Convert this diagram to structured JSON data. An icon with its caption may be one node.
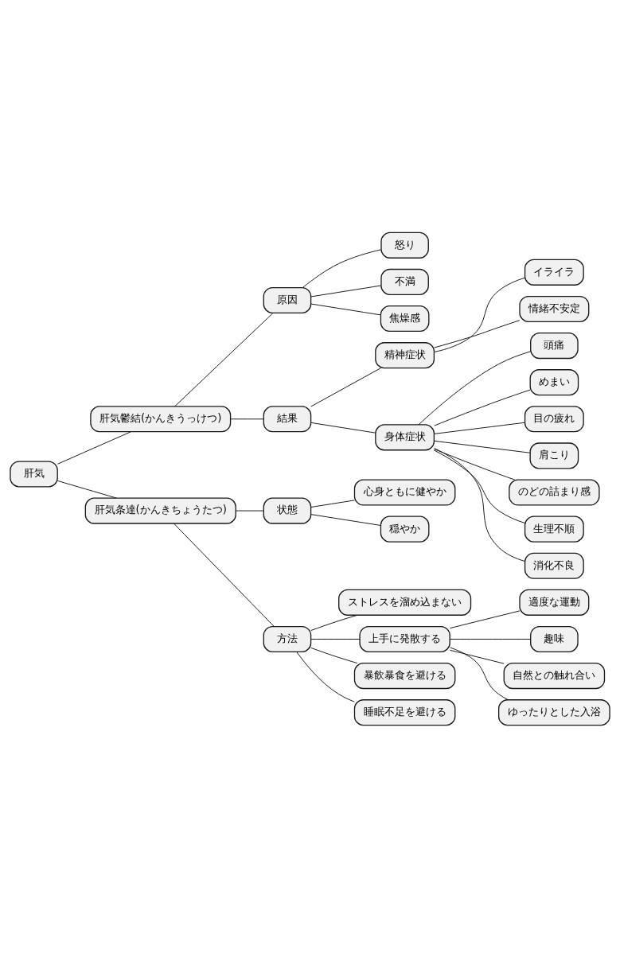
{
  "diagram": {
    "nodes": [
      {
        "text": [
          "肝気"
        ]
      },
      {
        "text": [
          "肝気鬱結(かんきうっけつ)"
        ]
      },
      {
        "text": [
          "原因"
        ]
      },
      {
        "text": [
          "怒り"
        ]
      },
      {
        "text": [
          "不満"
        ]
      },
      {
        "text": [
          "焦燥感"
        ]
      },
      {
        "text": [
          "結果"
        ]
      },
      {
        "text": [
          "精神症状"
        ]
      },
      {
        "text": [
          "イライラ"
        ]
      },
      {
        "text": [
          "情緒不安定"
        ]
      },
      {
        "text": [
          "身体症状"
        ]
      },
      {
        "text": [
          "頭痛"
        ]
      },
      {
        "text": [
          "めまい"
        ]
      },
      {
        "text": [
          "目の疲れ"
        ]
      },
      {
        "text": [
          "肩こり"
        ]
      },
      {
        "text": [
          "のどの詰まり感"
        ]
      },
      {
        "text": [
          "生理不順"
        ]
      },
      {
        "text": [
          "消化不良"
        ]
      },
      {
        "text": [
          "肝気条達(かんきちょうたつ)"
        ]
      },
      {
        "text": [
          "状態"
        ]
      },
      {
        "text": [
          "心身ともに健やか"
        ]
      },
      {
        "text": [
          "穏やか"
        ]
      },
      {
        "text": [
          "方法"
        ]
      },
      {
        "text": [
          "ストレスを溜め込まない"
        ]
      },
      {
        "text": [
          "上手に発散する"
        ]
      },
      {
        "text": [
          "適度な運動"
        ]
      },
      {
        "text": [
          "趣味"
        ]
      },
      {
        "text": [
          "自然との触れ合い"
        ]
      },
      {
        "text": [
          "ゆったりとした入浴"
        ]
      },
      {
        "text": [
          "暴飲暴食を避ける"
        ]
      },
      {
        "text": [
          "睡眠不足を避ける"
        ]
      }
    ],
    "edges": [
      {
        "from": 0,
        "to": 1,
        "arrow": "none"
      },
      {
        "from": 1,
        "to": 2,
        "arrow": "none"
      },
      {
        "from": 2,
        "to": 3,
        "arrow": "none"
      },
      {
        "from": 2,
        "to": 4,
        "arrow": "none"
      },
      {
        "from": 2,
        "to": 5,
        "arrow": "none"
      },
      {
        "from": 1,
        "to": 6,
        "arrow": "none"
      },
      {
        "from": 6,
        "to": 7,
        "arrow": "none"
      },
      {
        "from": 7,
        "to": 8,
        "arrow": "none"
      },
      {
        "from": 7,
        "to": 9,
        "arrow": "none"
      },
      {
        "from": 6,
        "to": 10,
        "arrow": "none"
      },
      {
        "from": 10,
        "to": 11,
        "arrow": "none"
      },
      {
        "from": 10,
        "to": 12,
        "arrow": "none"
      },
      {
        "from": 10,
        "to": 13,
        "arrow": "none"
      },
      {
        "from": 10,
        "to": 14,
        "arrow": "none"
      },
      {
        "from": 10,
        "to": 15,
        "arrow": "none"
      },
      {
        "from": 10,
        "to": 16,
        "arrow": "none"
      },
      {
        "from": 10,
        "to": 17,
        "arrow": "none"
      },
      {
        "from": 0,
        "to": 18,
        "arrow": "none"
      },
      {
        "from": 18,
        "to": 19,
        "arrow": "none"
      },
      {
        "from": 19,
        "to": 20,
        "arrow": "none"
      },
      {
        "from": 19,
        "to": 21,
        "arrow": "none"
      },
      {
        "from": 18,
        "to": 22,
        "arrow": "none"
      },
      {
        "from": 22,
        "to": 23,
        "arrow": "none"
      },
      {
        "from": 22,
        "to": 24,
        "arrow": "none"
      },
      {
        "from": 24,
        "to": 25,
        "arrow": "none"
      },
      {
        "from": 24,
        "to": 26,
        "arrow": "none"
      },
      {
        "from": 24,
        "to": 27,
        "arrow": "none"
      },
      {
        "from": 24,
        "to": 28,
        "arrow": "none"
      },
      {
        "from": 22,
        "to": 29,
        "arrow": "none"
      },
      {
        "from": 22,
        "to": 30,
        "arrow": "none"
      }
    ]
  }
}
